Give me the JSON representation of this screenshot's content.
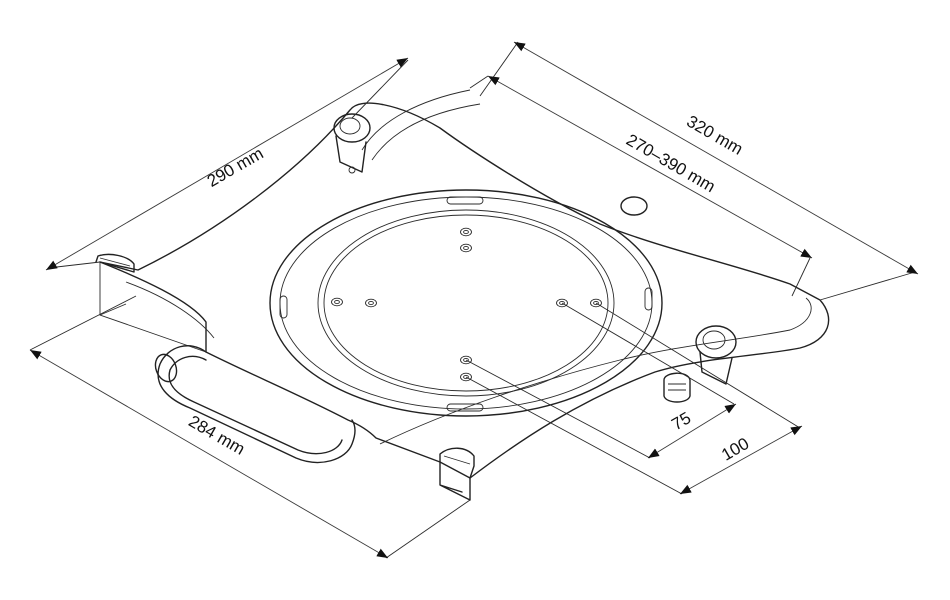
{
  "dimensions": {
    "depth": "290 mm",
    "length": "320 mm",
    "adjustable_range": "270–390 mm",
    "front_width": "284 mm",
    "vesa_small": "75",
    "vesa_large": "100"
  }
}
